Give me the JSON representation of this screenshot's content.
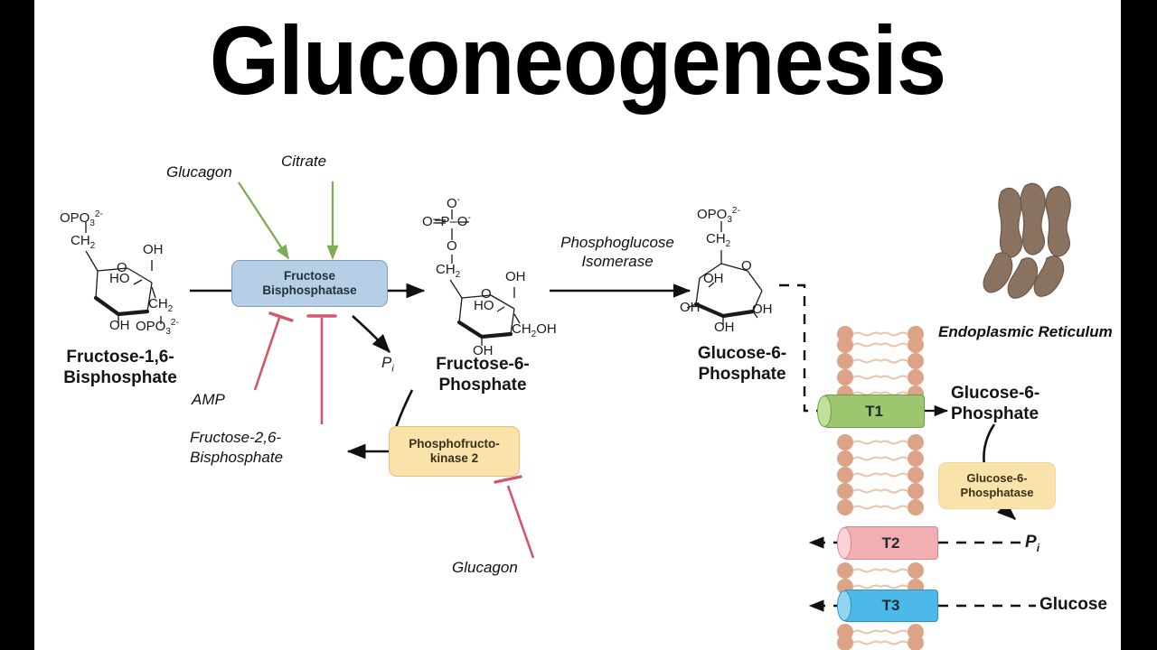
{
  "title": "Gluconeogenesis",
  "colors": {
    "enzyme_blue": "#b6cfe6",
    "enzyme_tan": "#fae2ab",
    "activator_green": "#7fad52",
    "inhibitor_red": "#d4566b",
    "membrane_head": "#dca386",
    "t1_green": "#9cc76e",
    "t2_pink": "#f3aeb2",
    "t3_blue": "#4cb9e8",
    "er_brown": "#8a7261"
  },
  "compounds": {
    "f16bp": {
      "name_line1": "Fructose-1,6-",
      "name_line2": "Bisphosphate"
    },
    "f6p": {
      "name_line1": "Fructose-6-",
      "name_line2": "Phosphate"
    },
    "g6p": {
      "name_line1": "Glucose-6-",
      "name_line2": "Phosphate"
    },
    "g6p_out": {
      "name_line1": "Glucose-6-",
      "name_line2": "Phosphate"
    },
    "glucose": {
      "name": "Glucose"
    },
    "pi_left": {
      "symbol": "P",
      "sub": "i"
    },
    "pi_right": {
      "symbol": "P",
      "sub": "i"
    }
  },
  "structures": {
    "f16bp_atoms": {
      "opo3_top": "OPO",
      "opo3_top_sub": "3",
      "opo3_top_sup": "2-",
      "ch2_top": "CH",
      "ch2_top_sub": "2",
      "ring_o": "O",
      "oh_right": "OH",
      "ho": "HO",
      "ch2_right": "CH",
      "ch2_right_sub": "2",
      "opo3_right": "OPO",
      "opo3_right_sub": "3",
      "opo3_right_sup": "2-",
      "oh_bottom": "OH"
    },
    "f6p_atoms": {
      "o_top": "O",
      "o_top_sup": "-",
      "o_left": "O",
      "p": "P",
      "o_right": "O",
      "o_right_sup": "-",
      "o_link": "O",
      "ch2": "CH",
      "ch2_sub": "2",
      "ring_o": "O",
      "oh_right": "OH",
      "ho": "HO",
      "ch2oh": "CH",
      "ch2oh_sub": "2",
      "ch2oh_tail": "OH",
      "oh_bottom": "OH"
    },
    "g6p_atoms": {
      "opo3": "OPO",
      "opo3_sub": "3",
      "opo3_sup": "2-",
      "ch2": "CH",
      "ch2_sub": "2",
      "ring_o": "O",
      "oh_upper_left": "OH",
      "oh_left": "OH",
      "oh_right": "OH",
      "oh_bottom": "OH"
    }
  },
  "enzymes": {
    "fbpase": {
      "line1": "Fructose",
      "line2": "Bisphosphatase"
    },
    "pfk2": {
      "line1": "Phosphofructo-",
      "line2": "kinase 2"
    },
    "pgi": {
      "line1": "Phosphoglucose",
      "line2": "Isomerase"
    },
    "g6pase": {
      "line1": "Glucose-6-",
      "line2": "Phosphatase"
    }
  },
  "regulators": {
    "glucagon_activator": {
      "label": "Glucagon",
      "effect": "activates"
    },
    "citrate_activator": {
      "label": "Citrate",
      "effect": "activates"
    },
    "amp_inhibitor": {
      "label": "AMP",
      "effect": "inhibits"
    },
    "f26bp_inhibitor": {
      "label_line1": "Fructose-2,6-",
      "label_line2": "Bisphosphate",
      "effect": "inhibits"
    },
    "glucagon_inhibitor": {
      "label": "Glucagon",
      "effect": "inhibits"
    }
  },
  "organelle": {
    "er_label": "Endoplasmic Reticulum"
  },
  "transporters": [
    {
      "id": "t1",
      "label": "T1",
      "color": "#9cc76e"
    },
    {
      "id": "t2",
      "label": "T2",
      "color": "#f3aeb2"
    },
    {
      "id": "t3",
      "label": "T3",
      "color": "#4cb9e8"
    }
  ]
}
